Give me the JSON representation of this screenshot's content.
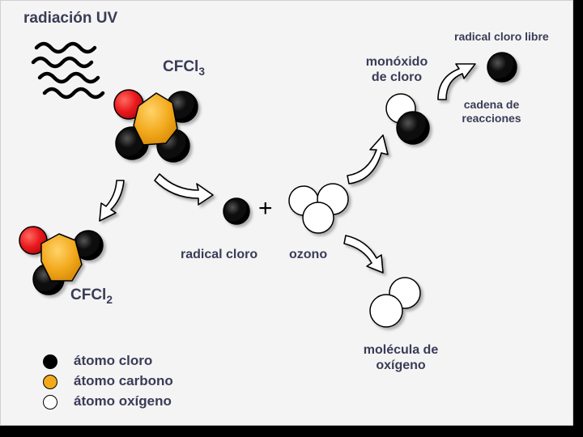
{
  "labels": {
    "uv_radiation": "radiación UV",
    "cfcl3_base": "CFCl",
    "cfcl3_sub": "3",
    "cfcl2_base": "CFCl",
    "cfcl2_sub": "2",
    "chlorine_radical": "radical cloro",
    "ozone": "ozono",
    "plus": "+",
    "chlorine_monoxide_line1": "monóxido",
    "chlorine_monoxide_line2": "de cloro",
    "free_chlorine_radical": "radical cloro libre",
    "reaction_chain_line1": "cadena de",
    "reaction_chain_line2": "reacciones",
    "oxygen_molecule_line1": "molécula de",
    "oxygen_molecule_line2": "oxígeno"
  },
  "legend": [
    {
      "label": "átomo cloro",
      "color": "#000000"
    },
    {
      "label": "átomo carbono",
      "color": "#f2a91c"
    },
    {
      "label": "átomo oxígeno",
      "color": "#ffffff"
    }
  ],
  "colors": {
    "chlorine": "#000000",
    "carbon": "#f2a91c",
    "fluorine": "#e8161c",
    "oxygen": "#ffffff",
    "label_text": "#3a3c57"
  }
}
